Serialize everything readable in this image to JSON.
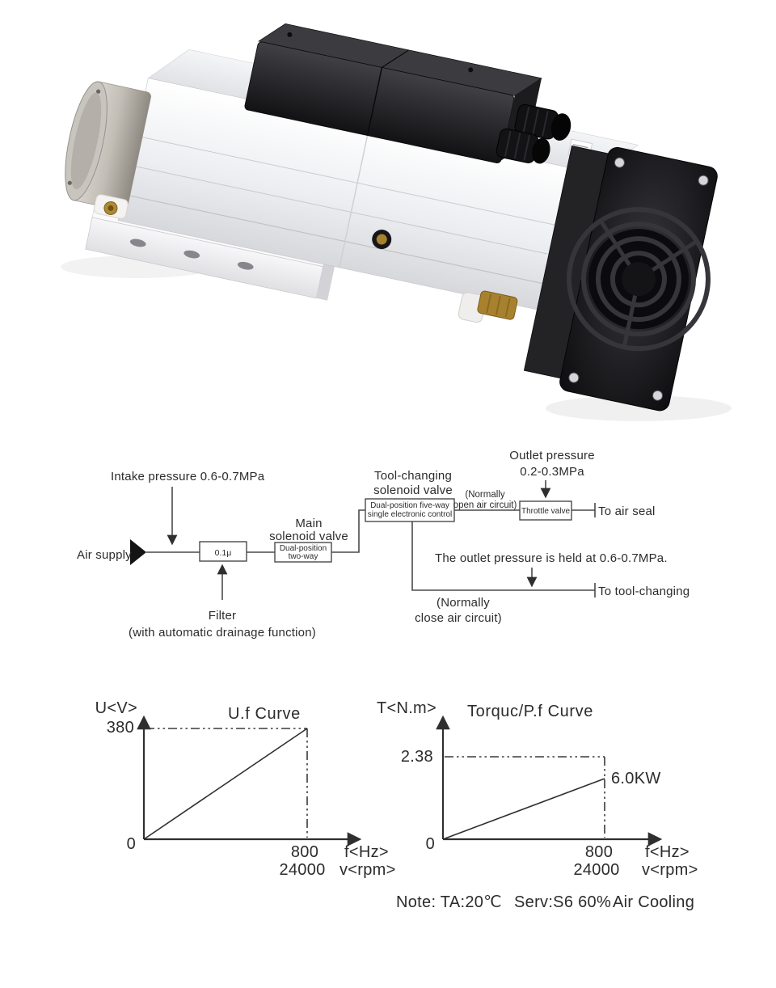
{
  "diagram": {
    "intake_pressure": "Intake pressure 0.6-0.7MPa",
    "air_supply": "Air supply",
    "filter_box": "0.1μ",
    "filter_title": "Filter",
    "filter_subtitle": "(with automatic drainage function)",
    "main_valve_title_1": "Main",
    "main_valve_title_2": "solenoid valve",
    "main_valve_box_1": "Dual-position",
    "main_valve_box_2": "two-way",
    "tool_valve_title_1": "Tool-changing",
    "tool_valve_title_2": "solenoid valve",
    "tool_valve_box_1": "Dual-position five-way",
    "tool_valve_box_2": "single electronic control",
    "normally_open_1": "(Normally",
    "normally_open_2": "open air circuit)",
    "outlet_pressure_1": "Outlet pressure",
    "outlet_pressure_2": "0.2-0.3MPa",
    "throttle_box": "Throttle valve",
    "to_air_seal": "To air seal",
    "outlet_held": "The outlet pressure is held at 0.6-0.7MPa.",
    "normally_close_1": "(Normally",
    "normally_close_2": "close air circuit)",
    "to_tool_changing": "To tool-changing"
  },
  "chart_data": [
    {
      "type": "line",
      "title": "U.f  Curve",
      "y_axis_label": "U<V>",
      "x_axis_label_1": "f<Hz>",
      "x_axis_label_2": "v<rpm>",
      "origin_label": "0",
      "y_tick_labels": [
        "380"
      ],
      "x_tick_labels": [
        "800",
        "24000"
      ],
      "x": [
        0,
        800
      ],
      "y": [
        0,
        380
      ],
      "x_units": [
        "Hz",
        "rpm equivalent 24000"
      ],
      "grid": false,
      "annotation": ""
    },
    {
      "type": "line",
      "title": "Torquc/P.f  Curve",
      "y_axis_label": "T<N.m>",
      "x_axis_label_1": "f<Hz>",
      "x_axis_label_2": "v<rpm>",
      "origin_label": "0",
      "y_tick_labels": [
        "2.38"
      ],
      "x_tick_labels": [
        "800",
        "24000"
      ],
      "x": [
        0,
        800
      ],
      "y": [
        0,
        2.1
      ],
      "y_reference": 2.38,
      "grid": false,
      "annotation": "6.0KW"
    }
  ],
  "note": {
    "part1": "Note: TA:20℃",
    "part2": "Serv:S6 60%",
    "part3": "Air Cooling"
  },
  "colors": {
    "line": "#4a4a4a",
    "text": "#2c2c2c",
    "metal_light": "#f2f3f5",
    "metal_dark": "#d9dadd",
    "black_part": "#1a1a1d",
    "brass": "#a8812f"
  }
}
